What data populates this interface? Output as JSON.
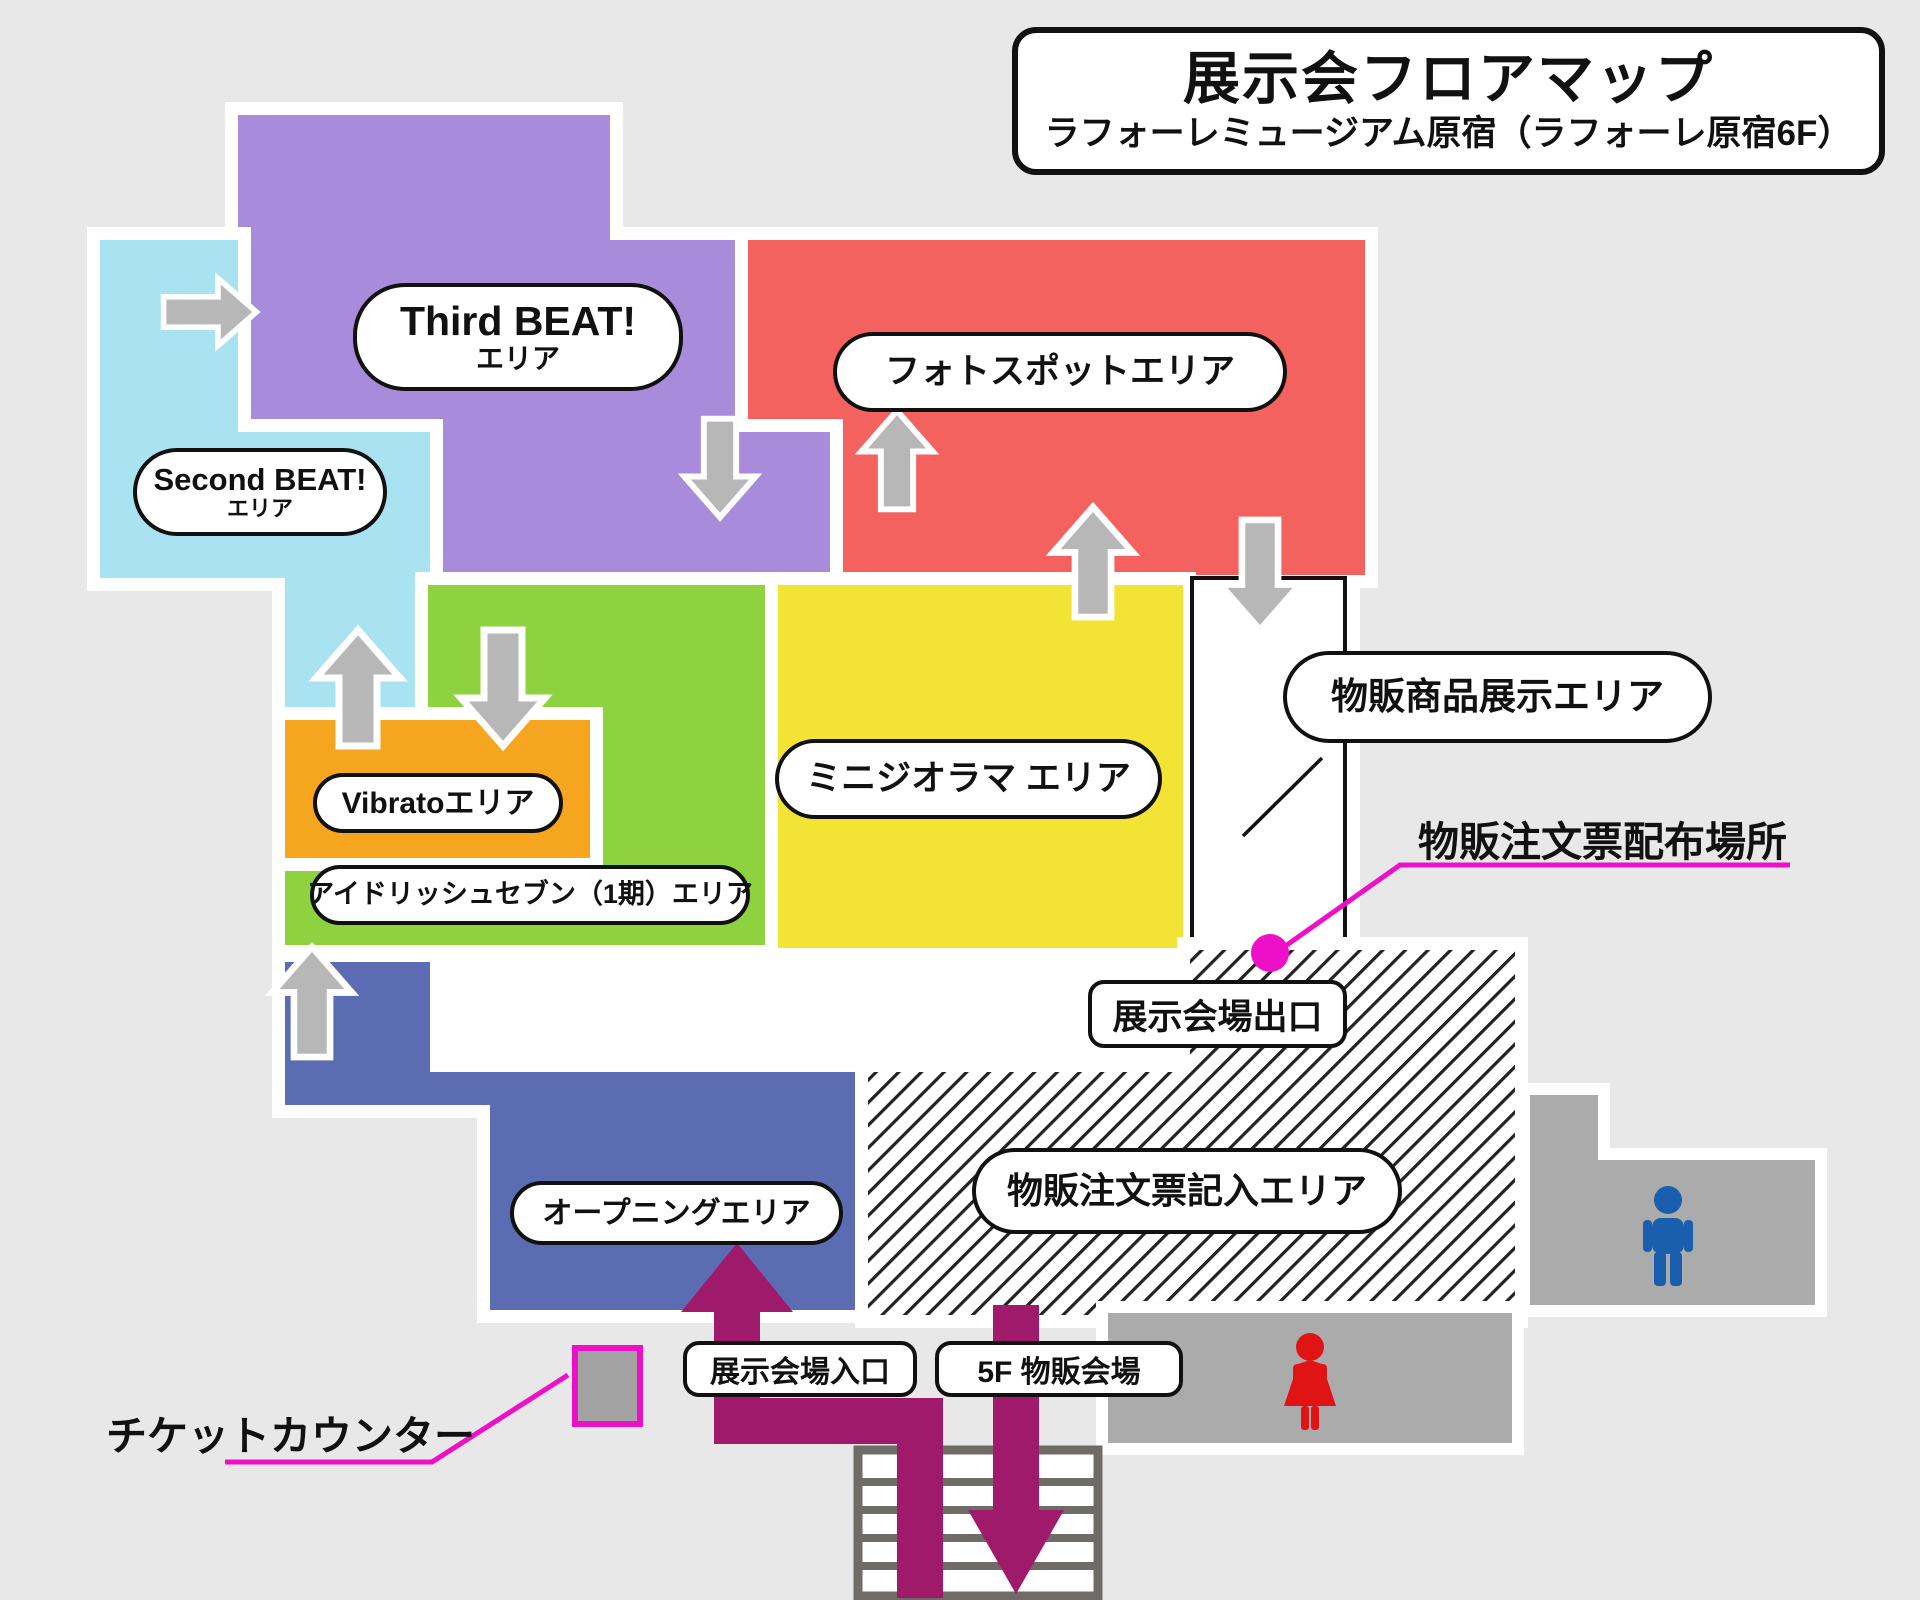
{
  "title": {
    "heading": "展示会フロアマップ",
    "subheading": "ラフォーレミュージアム原宿（ラフォーレ原宿6F）"
  },
  "areas": {
    "third_beat": {
      "name": "Third BEAT!",
      "suffix": "エリア",
      "color": "#a98bdb"
    },
    "second_beat": {
      "name": "Second BEAT!",
      "suffix": "エリア",
      "color": "#a9e2f0"
    },
    "photo_spot": {
      "label": "フォトスポットエリア",
      "color": "#f3625f"
    },
    "vibrato": {
      "label": "Vibratoエリア",
      "color": "#f6a51e"
    },
    "idolish7": {
      "label": "アイドリッシュセブン（1期）エリア",
      "color": "#8ed23f"
    },
    "mini_diorama": {
      "label": "ミニジオラマ エリア",
      "color": "#f2e334"
    },
    "goods_display": {
      "label": "物販商品展示エリア",
      "color": "#ffffff"
    },
    "opening": {
      "label": "オープニングエリア",
      "color": "#5c6cb2"
    },
    "order_form_writing": {
      "label": "物販注文票記入エリア",
      "pattern": "diagonal-hatch"
    }
  },
  "markers": {
    "exhibition_exit": "展示会場出口",
    "exhibition_entrance": "展示会場入口",
    "goods_venue_5f": "5F 物販会場",
    "order_form_distribution": "物販注文票配布場所",
    "ticket_counter": "チケットカウンター"
  },
  "facilities": {
    "mens_restroom_icon": "man-pictogram",
    "womens_restroom_icon": "woman-pictogram",
    "stairs": "stairs"
  },
  "colors": {
    "background": "#e8e8e8",
    "floor_white": "#ffffff",
    "flow_arrow_gray": "#b7b7b7",
    "route_arrow_crimson": "#a01a6c",
    "highlight_magenta": "#ee10c8",
    "restroom_gray": "#ababab",
    "stairs_gray": "#6f6b67",
    "man_blue": "#1a5fae",
    "woman_red": "#e01414",
    "outline_black": "#111111"
  }
}
